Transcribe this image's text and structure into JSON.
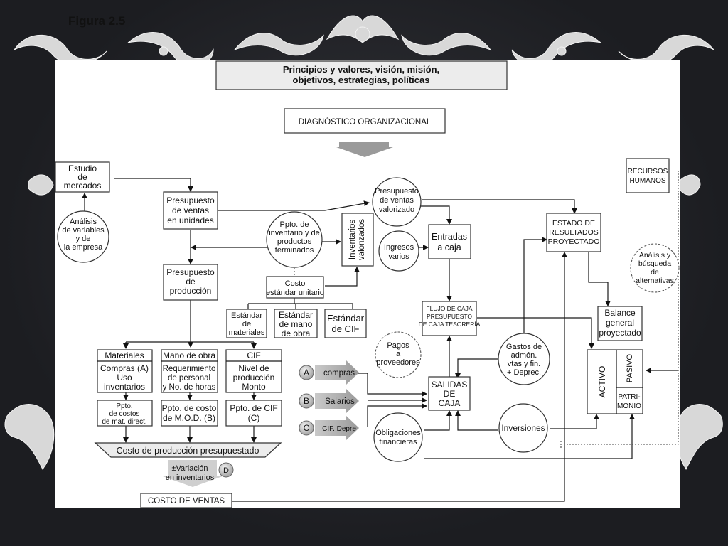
{
  "figure_title": "Figura 2.5",
  "nodes": {
    "principios": [
      "Principios y valores, visión, misión,",
      "objetivos, estrategias, políticas"
    ],
    "diagnostico": "DIAGNÓSTICO ORGANIZACIONAL",
    "estudio_mercados": [
      "Estudio",
      "de",
      "mercados"
    ],
    "analisis_variables": [
      "Análisis",
      "de variables",
      "y de",
      "la empresa"
    ],
    "ppto_ventas_unidades": [
      "Presupuesto",
      "de ventas",
      "en unidades"
    ],
    "ppto_ventas_valorizado": [
      "Presupuesto",
      "de ventas",
      "valorizado"
    ],
    "ppto_inventario": [
      "Ppto. de",
      "inventario y de",
      "productos",
      "terminados"
    ],
    "inventarios_valorizados": [
      "Inventarios",
      "valorizados"
    ],
    "ingresos_varios": [
      "Ingresos",
      "varios"
    ],
    "entradas_caja": [
      "Entradas",
      "a caja"
    ],
    "estado_resultados": [
      "ESTADO DE",
      "RESULTADOS",
      "PROYECTADO"
    ],
    "recursos_humanos": [
      "RECURSOS",
      "HUMANOS"
    ],
    "analisis_alternativas": [
      "Análisis y",
      "búsqueda",
      "de",
      "alternativas"
    ],
    "ppto_produccion": [
      "Presupuesto",
      "de",
      "producción"
    ],
    "costo_estandar": [
      "Costo",
      "estándar unitario"
    ],
    "estandar_materiales": [
      "Estándar",
      "de",
      "materiales"
    ],
    "estandar_mano_obra": [
      "Estándar",
      "de mano",
      "de obra"
    ],
    "estandar_cif": [
      "Estándar",
      "de CIF"
    ],
    "flujo_caja": [
      "FLUJO DE CAJA",
      "PRESUPUESTO",
      "DE CAJA TESORERÍA"
    ],
    "balance_general": [
      "Balance",
      "general",
      "proyectado"
    ],
    "gastos_admon": [
      "Gastos de",
      "admón.",
      "vtas y fin.",
      "+ Deprec."
    ],
    "pagos_proveedores": [
      "Pagos",
      "a",
      "proveedores"
    ],
    "salidas_caja": [
      "SALIDAS",
      "DE",
      "CAJA"
    ],
    "obligaciones": [
      "Obligaciones",
      "financieras"
    ],
    "inversiones": "Inversiones",
    "activo": "ACTIVO",
    "pasivo": "PASIVO",
    "patrimonio": [
      "PATRI-",
      "MONIO"
    ],
    "materiales_header": "Materiales",
    "materiales_body": [
      "Compras (A)",
      "Uso",
      "inventarios"
    ],
    "mano_obra_header": "Mano de obra",
    "mano_obra_body": [
      "Requerimiento",
      "de personal",
      "y No. de horas"
    ],
    "cif_header": "CIF",
    "cif_body": [
      "Nivel de",
      "producción",
      "Monto"
    ],
    "ppto_costos_mat": [
      "Ppto.",
      "de costos",
      "de mat. direct."
    ],
    "ppto_costo_mod": [
      "Ppto. de costo",
      "de M.O.D. (B)"
    ],
    "ppto_cif": [
      "Ppto. de CIF",
      "(C)"
    ],
    "costo_produccion": "Costo de producción presupuestado",
    "variacion_inventarios": [
      "±Variación",
      "en inventarios"
    ],
    "costo_ventas": "COSTO DE VENTAS",
    "marker_a": "A",
    "marker_b": "B",
    "marker_c": "C",
    "marker_d": "D",
    "arrow_compras": "compras",
    "arrow_salarios": "Salarios",
    "arrow_cif_depre": "CIF. Depre"
  }
}
